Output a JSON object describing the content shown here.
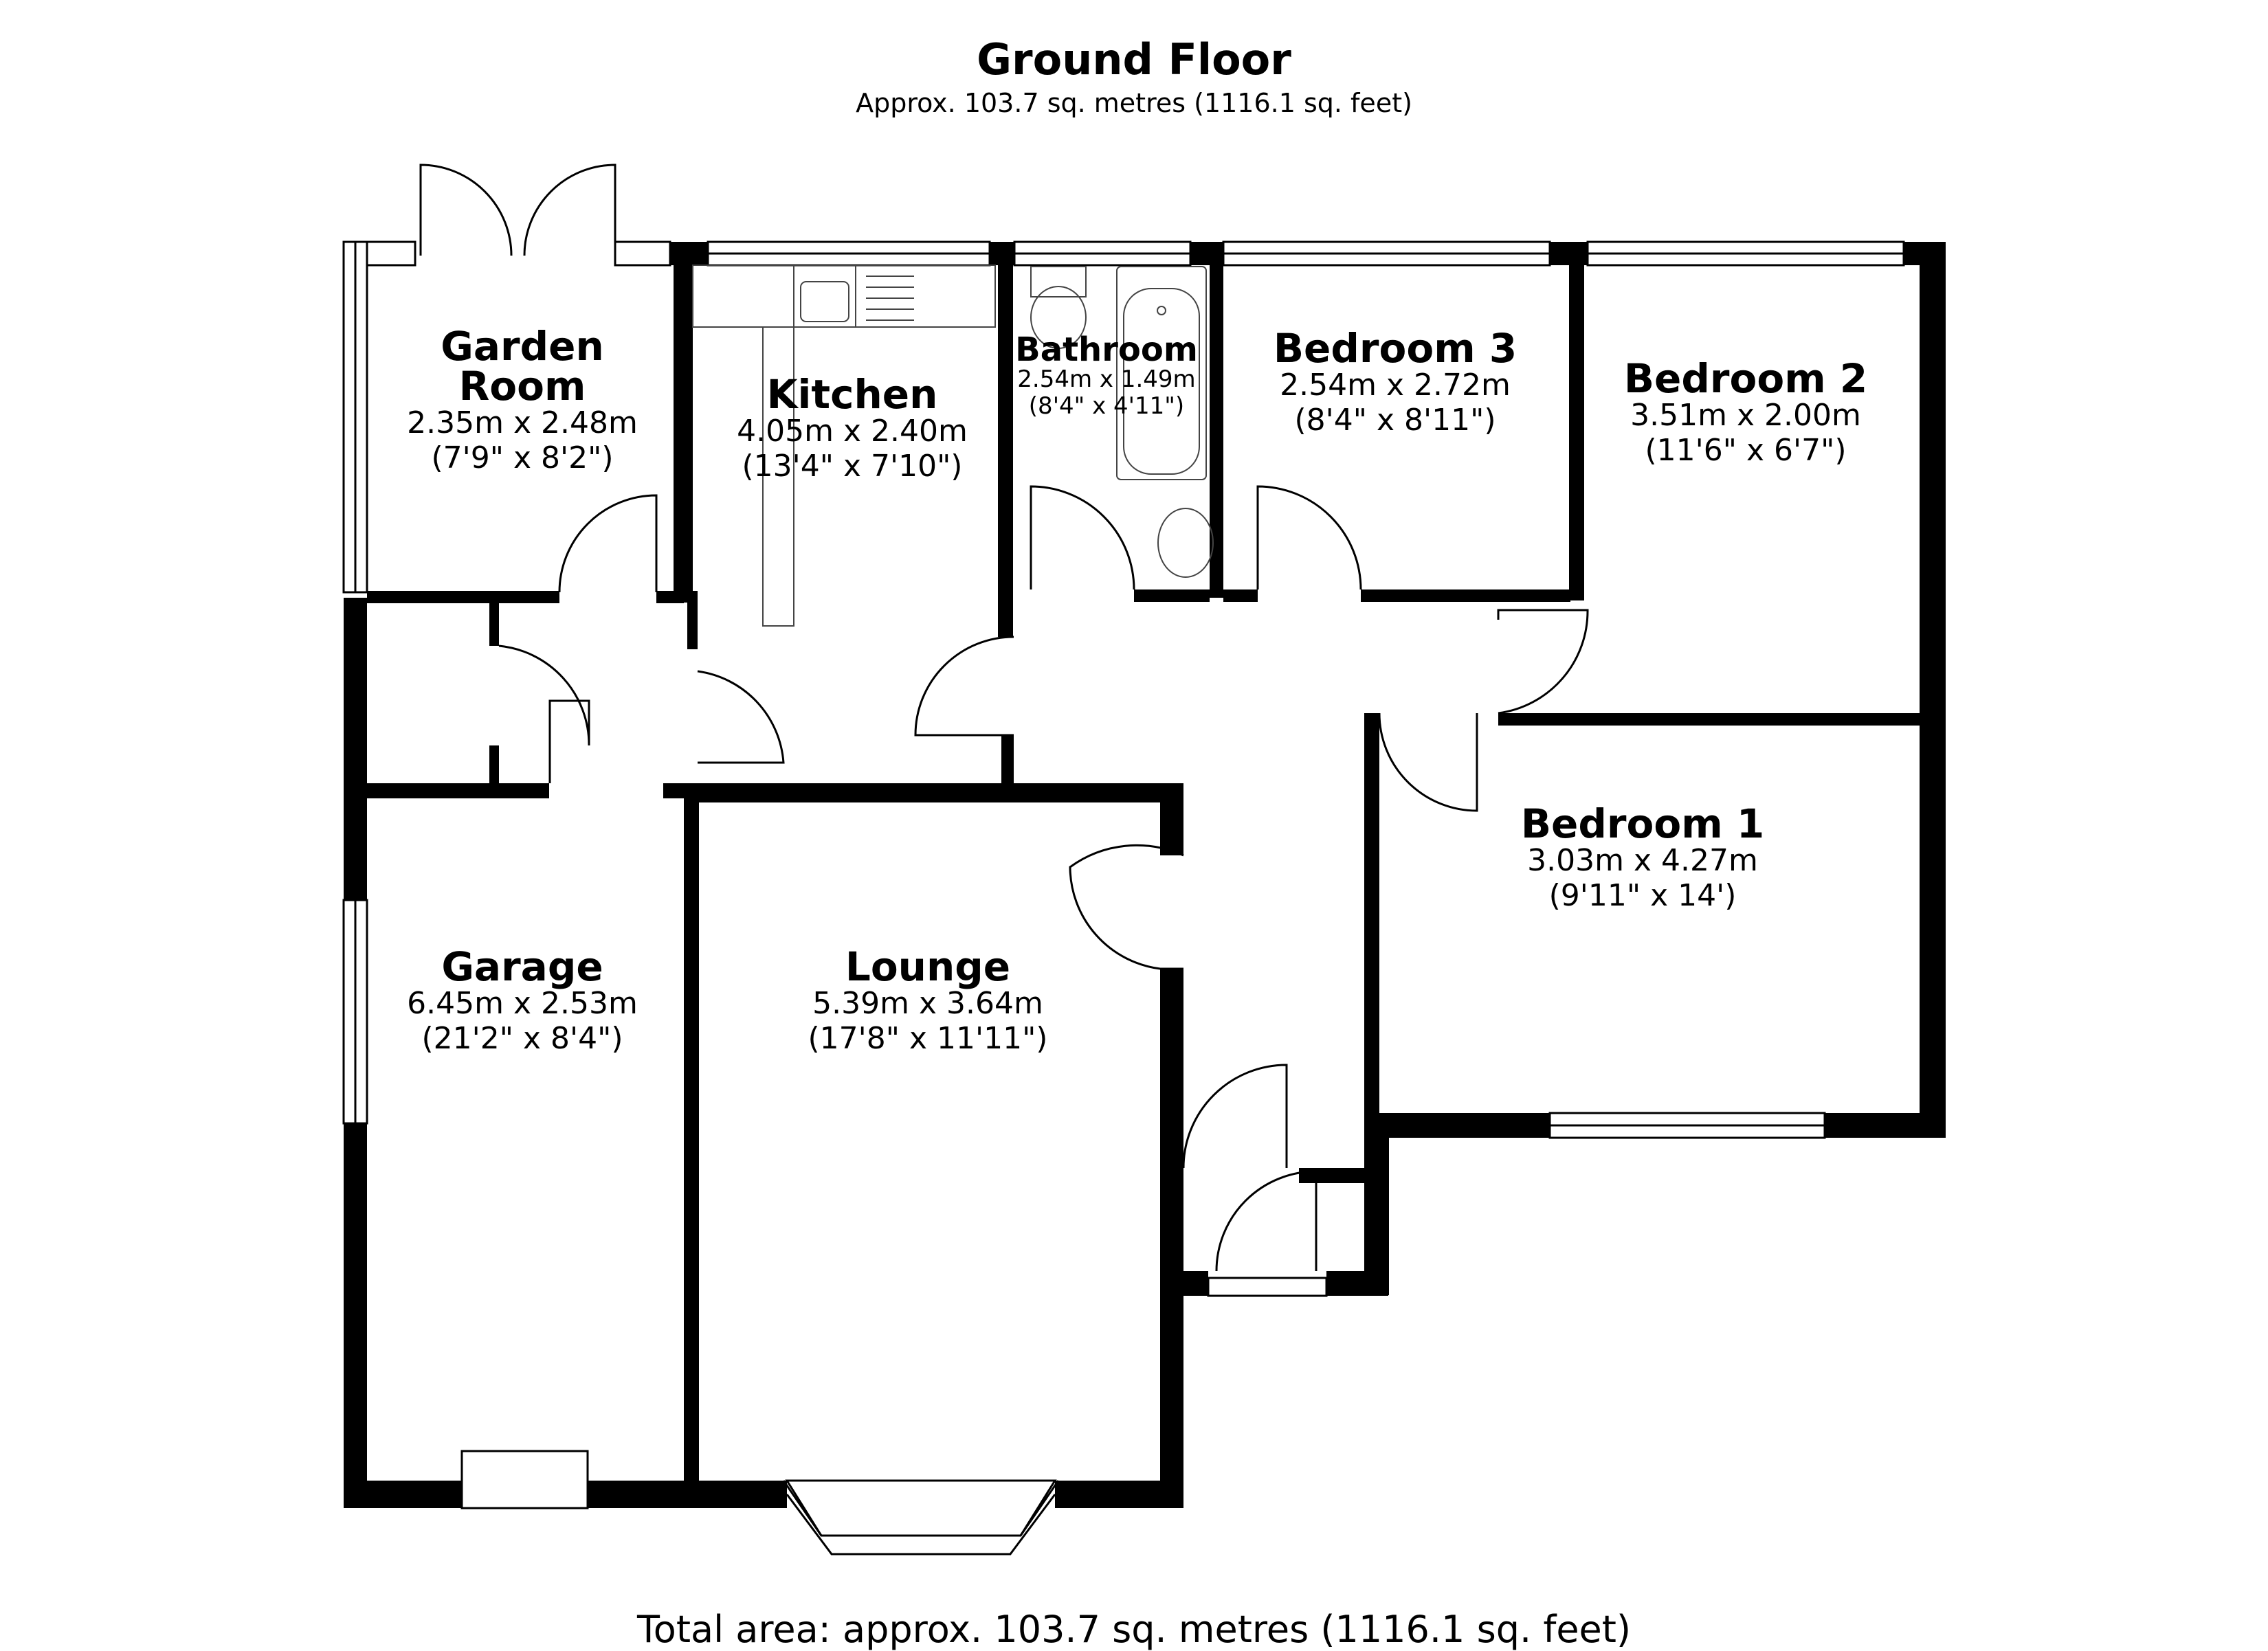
{
  "header": {
    "title": "Ground Floor",
    "subtitle": "Approx. 103.7 sq. metres (1116.1 sq. feet)"
  },
  "rooms": {
    "garden_room": {
      "name_line1": "Garden",
      "name_line2": "Room",
      "metric": "2.35m x 2.48m",
      "imperial": "(7'9\" x 8'2\")"
    },
    "kitchen": {
      "name": "Kitchen",
      "metric": "4.05m x 2.40m",
      "imperial": "(13'4\" x 7'10\")"
    },
    "bathroom": {
      "name": "Bathroom",
      "metric": "2.54m x 1.49m",
      "imperial": "(8'4\" x 4'11\")"
    },
    "bedroom3": {
      "name": "Bedroom 3",
      "metric": "2.54m x 2.72m",
      "imperial": "(8'4\" x 8'11\")"
    },
    "bedroom2": {
      "name": "Bedroom 2",
      "metric": "3.51m x 2.00m",
      "imperial": "(11'6\" x 6'7\")"
    },
    "bedroom1": {
      "name": "Bedroom 1",
      "metric": "3.03m x 4.27m",
      "imperial": "(9'11\" x 14')"
    },
    "garage": {
      "name": "Garage",
      "metric": "6.45m x 2.53m",
      "imperial": "(21'2\" x 8'4\")"
    },
    "lounge": {
      "name": "Lounge",
      "metric": "5.39m x 3.64m",
      "imperial": "(17'8\" x 11'11\")"
    }
  },
  "footer": {
    "total_area": "Total area: approx. 103.7 sq. metres (1116.1 sq. feet)"
  },
  "colors": {
    "wall": "#000000",
    "background": "#ffffff",
    "fixture_line": "#555555"
  }
}
